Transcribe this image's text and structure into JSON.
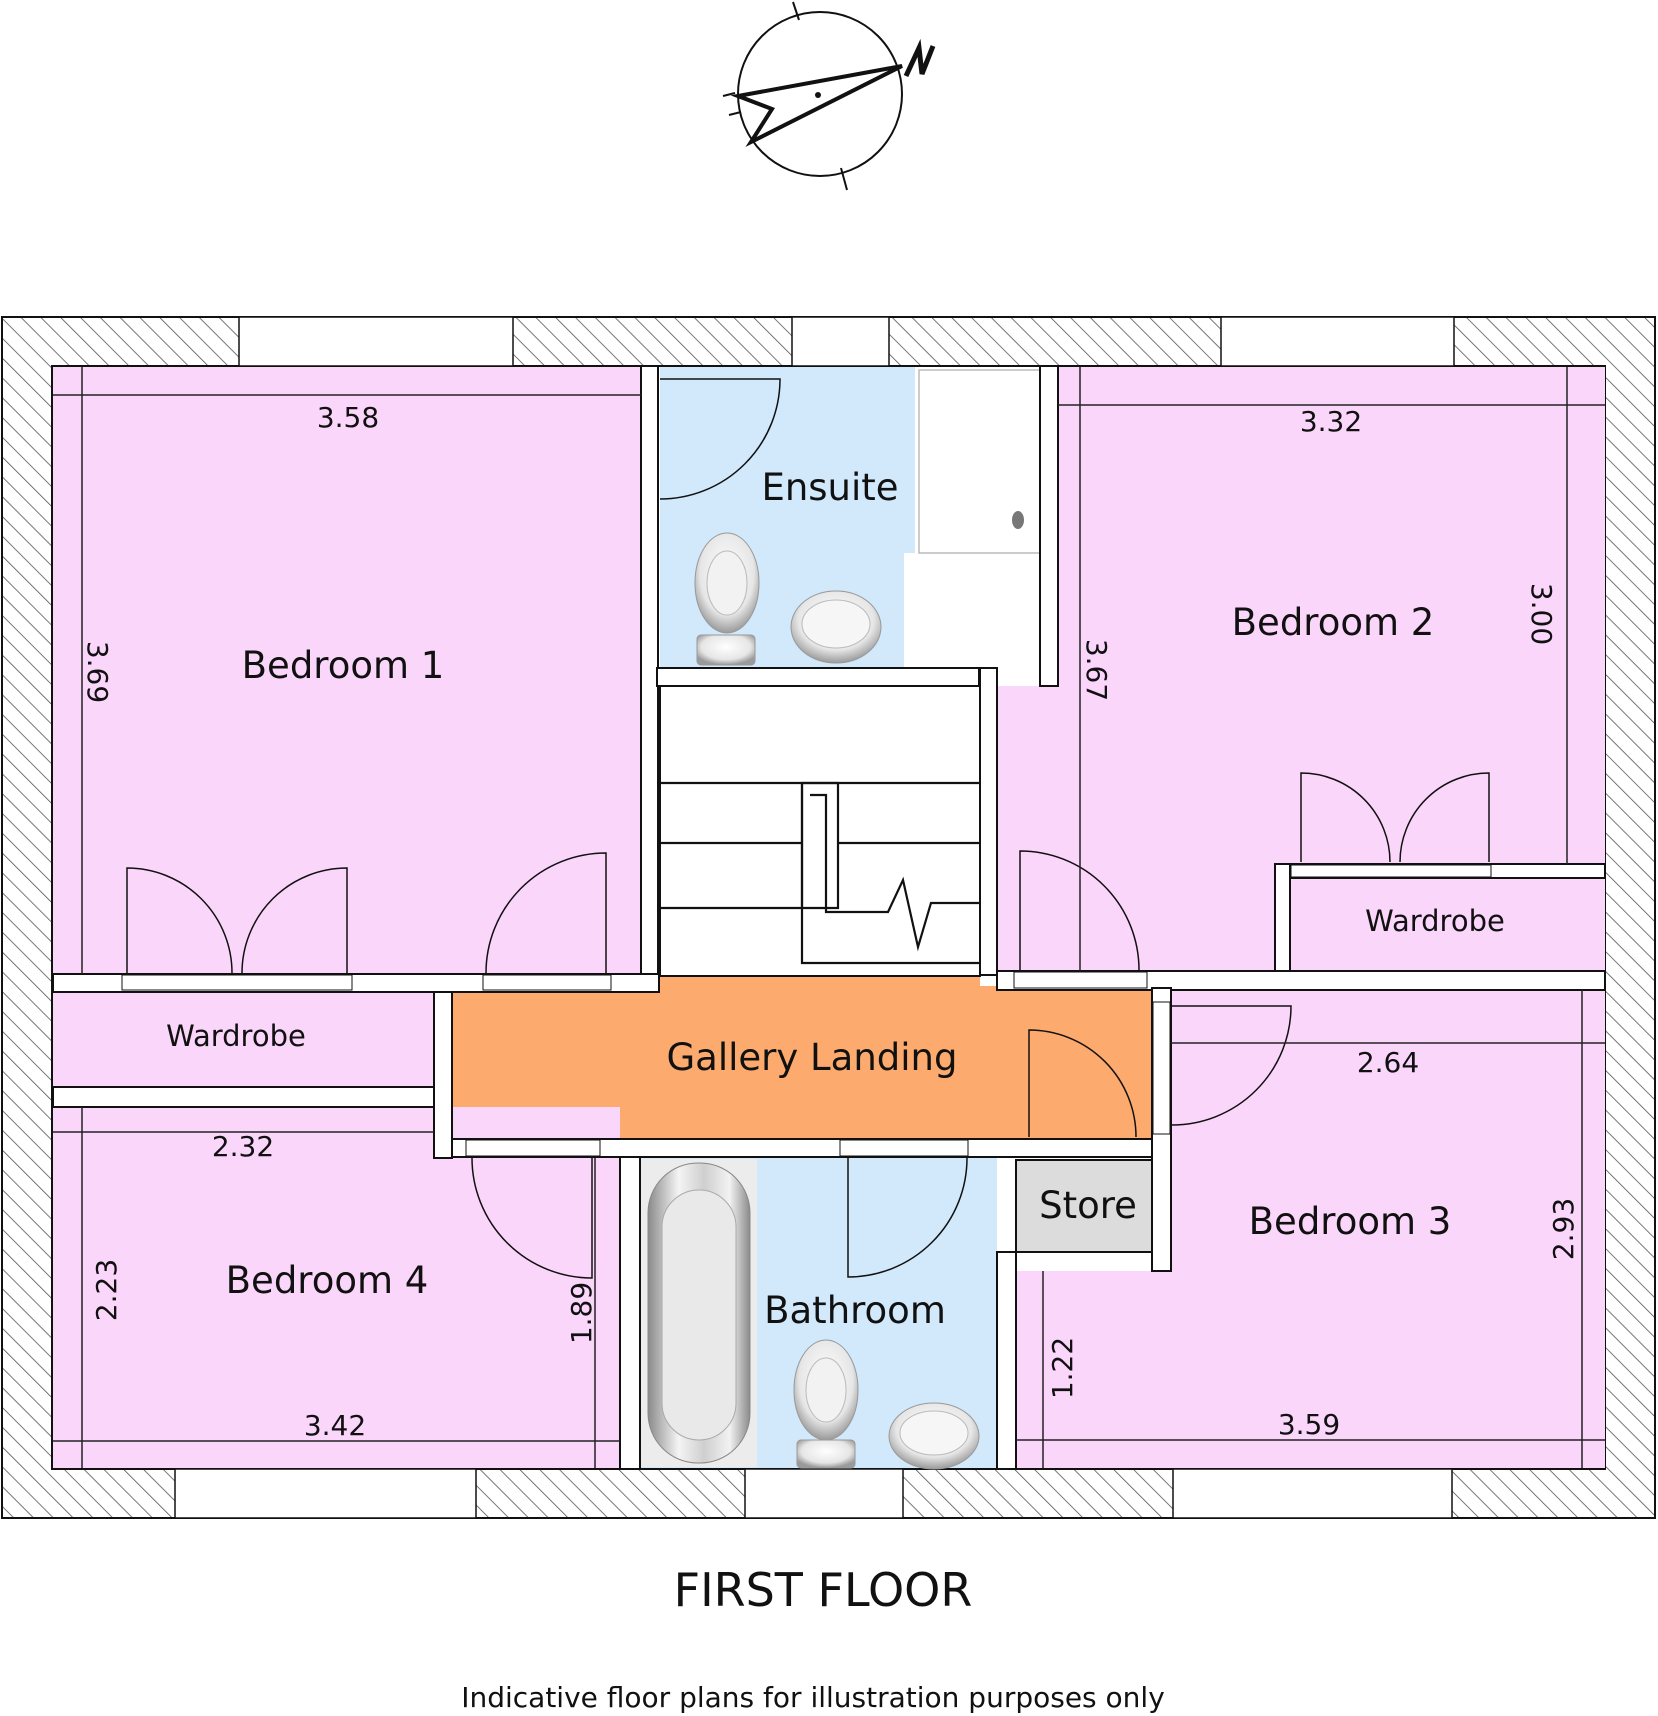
{
  "title": "FIRST FLOOR",
  "disclaimer": "Indicative floor plans for illustration purposes only",
  "compass": {
    "label": "N",
    "icon": "north-arrow-icon"
  },
  "colors": {
    "bedroom": "#fbd6fb",
    "wet_room": "#d2e8fb",
    "landing": "#fcaa6e",
    "store": "#dcdcdc",
    "wall_hatch": "#555555",
    "line": "#111111"
  },
  "rooms": {
    "bedroom1": {
      "label": "Bedroom 1",
      "width": "3.58",
      "depth": "3.69"
    },
    "ensuite": {
      "label": "Ensuite"
    },
    "bedroom2": {
      "label": "Bedroom 2",
      "width": "3.32",
      "depth_left": "3.67",
      "depth_right": "3.00"
    },
    "wardrobe1": {
      "label": "Wardrobe"
    },
    "wardrobe2": {
      "label": "Wardrobe"
    },
    "landing": {
      "label": "Gallery Landing"
    },
    "bedroom3": {
      "label": "Bedroom 3",
      "width_top": "2.64",
      "width_bottom": "3.59",
      "depth_right": "2.93",
      "depth_left": "1.22"
    },
    "bedroom4": {
      "label": "Bedroom 4",
      "width_top": "2.32",
      "width_bottom": "3.42",
      "depth_left": "2.23",
      "depth_right": "1.89"
    },
    "store": {
      "label": "Store"
    },
    "bathroom": {
      "label": "Bathroom"
    }
  }
}
